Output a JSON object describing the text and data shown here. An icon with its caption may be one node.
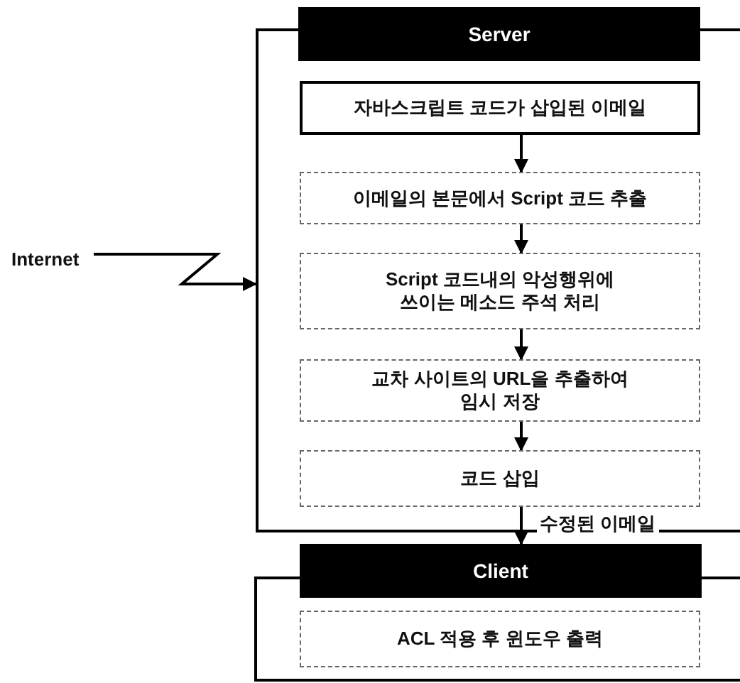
{
  "diagram": {
    "nodes": [
      {
        "text": [
          "Server"
        ]
      },
      {
        "text": [
          "자바스크립트 코드가 삽입된 이메일"
        ],
        "in": 0
      },
      {
        "text": [
          "이메일의 본문에서 Script 코드 추출"
        ],
        "in": 0
      },
      {
        "text": [
          "Script 코드내의 악성행위에 쓰이는 메소드 주석 처리"
        ],
        "in": 0
      },
      {
        "text": [
          "교차 사이트의 URL을 추출하여 임시 저장"
        ],
        "in": 0
      },
      {
        "text": [
          "코드 삽입"
        ],
        "in": 0
      },
      {
        "text": [
          "Client"
        ]
      },
      {
        "text": [
          "ACL 적용 후 윈도우 출력"
        ],
        "in": 6
      },
      {
        "text": [
          "Internet"
        ]
      }
    ],
    "edges": [
      {
        "from": 8,
        "to": 0,
        "arrow": "to"
      },
      {
        "from": 1,
        "to": 2,
        "arrow": "to"
      },
      {
        "from": 2,
        "to": 3,
        "arrow": "to"
      },
      {
        "from": 3,
        "to": 4,
        "arrow": "to"
      },
      {
        "from": 4,
        "to": 5,
        "arrow": "to"
      },
      {
        "from": 5,
        "to": 6,
        "arrow": "to",
        "label": "수정된 이메일"
      }
    ]
  }
}
